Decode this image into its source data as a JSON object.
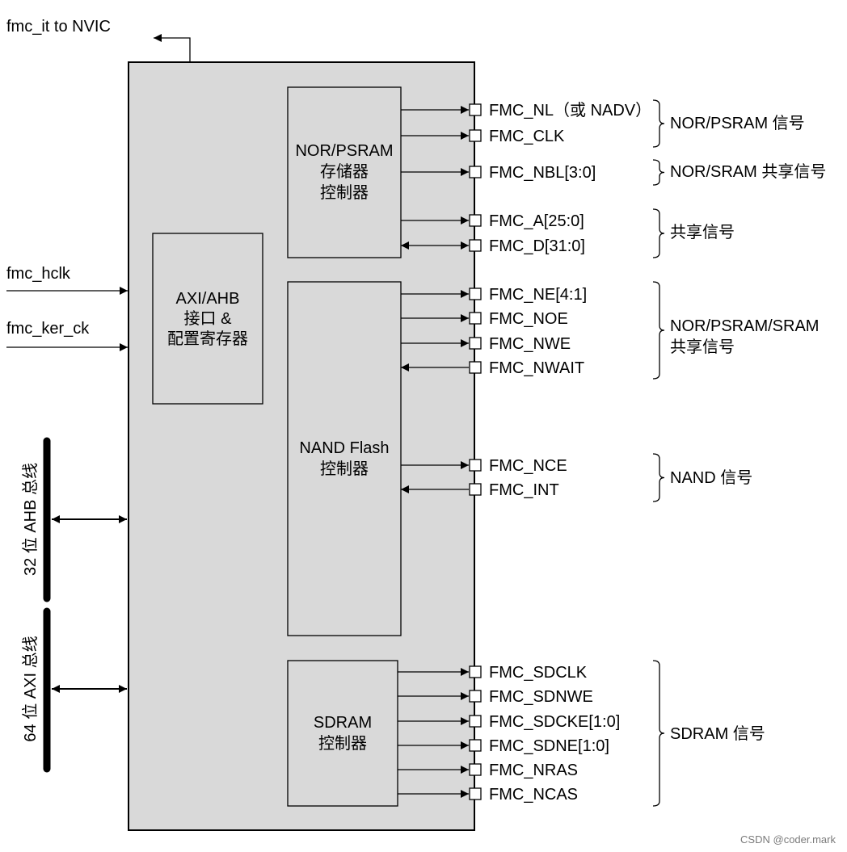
{
  "interrupt_label": "fmc_it to NVIC",
  "inputs": {
    "hclk": "fmc_hclk",
    "ker_ck": "fmc_ker_ck"
  },
  "buses": {
    "ahb": "32 位 AHB 总线",
    "axi": "64 位 AXI 总线"
  },
  "blocks": {
    "axi_ahb": {
      "line1": "AXI/AHB",
      "line2": "接口 &",
      "line3": "配置寄存器"
    },
    "nor_psram": {
      "line1": "NOR/PSRAM",
      "line2": "存储器",
      "line3": "控制器"
    },
    "nand": {
      "line1": "NAND Flash",
      "line2": "控制器"
    },
    "sdram": {
      "line1": "SDRAM",
      "line2": "控制器"
    }
  },
  "signals": [
    {
      "name": "FMC_NL（或 NADV）",
      "dir": "out"
    },
    {
      "name": "FMC_CLK",
      "dir": "out"
    },
    {
      "name": "FMC_NBL[3:0]",
      "dir": "out"
    },
    {
      "name": "FMC_A[25:0]",
      "dir": "out"
    },
    {
      "name": "FMC_D[31:0]",
      "dir": "bidir"
    },
    {
      "name": "FMC_NE[4:1]",
      "dir": "out"
    },
    {
      "name": "FMC_NOE",
      "dir": "out"
    },
    {
      "name": "FMC_NWE",
      "dir": "out"
    },
    {
      "name": "FMC_NWAIT",
      "dir": "in"
    },
    {
      "name": "FMC_NCE",
      "dir": "out"
    },
    {
      "name": "FMC_INT",
      "dir": "in"
    },
    {
      "name": "FMC_SDCLK",
      "dir": "out"
    },
    {
      "name": "FMC_SDNWE",
      "dir": "out"
    },
    {
      "name": "FMC_SDCKE[1:0]",
      "dir": "out"
    },
    {
      "name": "FMC_SDNE[1:0]",
      "dir": "out"
    },
    {
      "name": "FMC_NRAS",
      "dir": "out"
    },
    {
      "name": "FMC_NCAS",
      "dir": "out"
    }
  ],
  "groups": [
    {
      "line1": "NOR/PSRAM 信号",
      "line2": ""
    },
    {
      "line1": "NOR/SRAM 共享信号",
      "line2": ""
    },
    {
      "line1": "共享信号",
      "line2": ""
    },
    {
      "line1": "NOR/PSRAM/SRAM",
      "line2": "共享信号"
    },
    {
      "line1": "NAND 信号",
      "line2": ""
    },
    {
      "line1": "SDRAM 信号",
      "line2": ""
    }
  ],
  "watermark": "CSDN @coder.mark",
  "colors": {
    "fmc_fill": "#d9d9d9",
    "stroke": "#000000",
    "watermark": "#7a7a7a"
  }
}
